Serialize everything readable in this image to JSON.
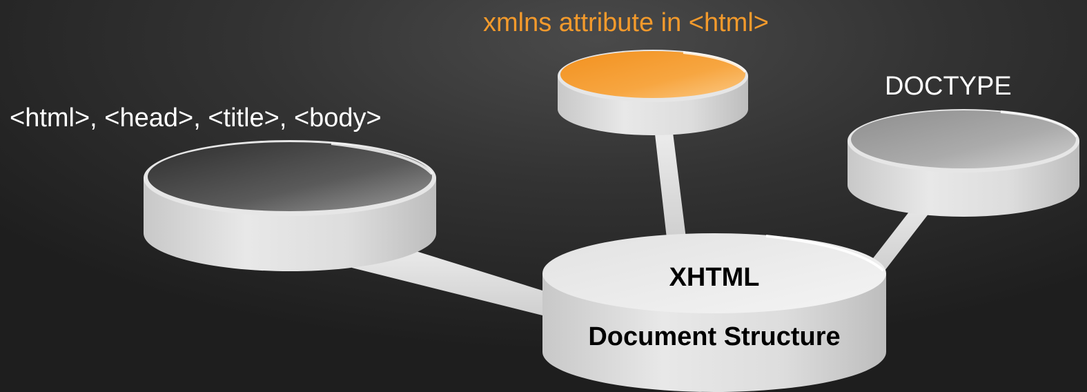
{
  "center_node": {
    "title": "XHTML",
    "subtitle": "Document Structure"
  },
  "nodes": {
    "left": {
      "label": "<html>, <head>, <title>, <body>",
      "top_color": "#4a4a4a"
    },
    "top": {
      "label": "xmlns attribute in <html>",
      "label_color": "#f39a2c",
      "top_color": "#f7a23a"
    },
    "right": {
      "label": "DOCTYPE",
      "top_color": "#a8a8a8"
    }
  },
  "colors": {
    "cylinder_side": "#dcdcdc",
    "connector": "#e4e4e4",
    "text_light": "#ffffff",
    "text_dark": "#000000"
  }
}
